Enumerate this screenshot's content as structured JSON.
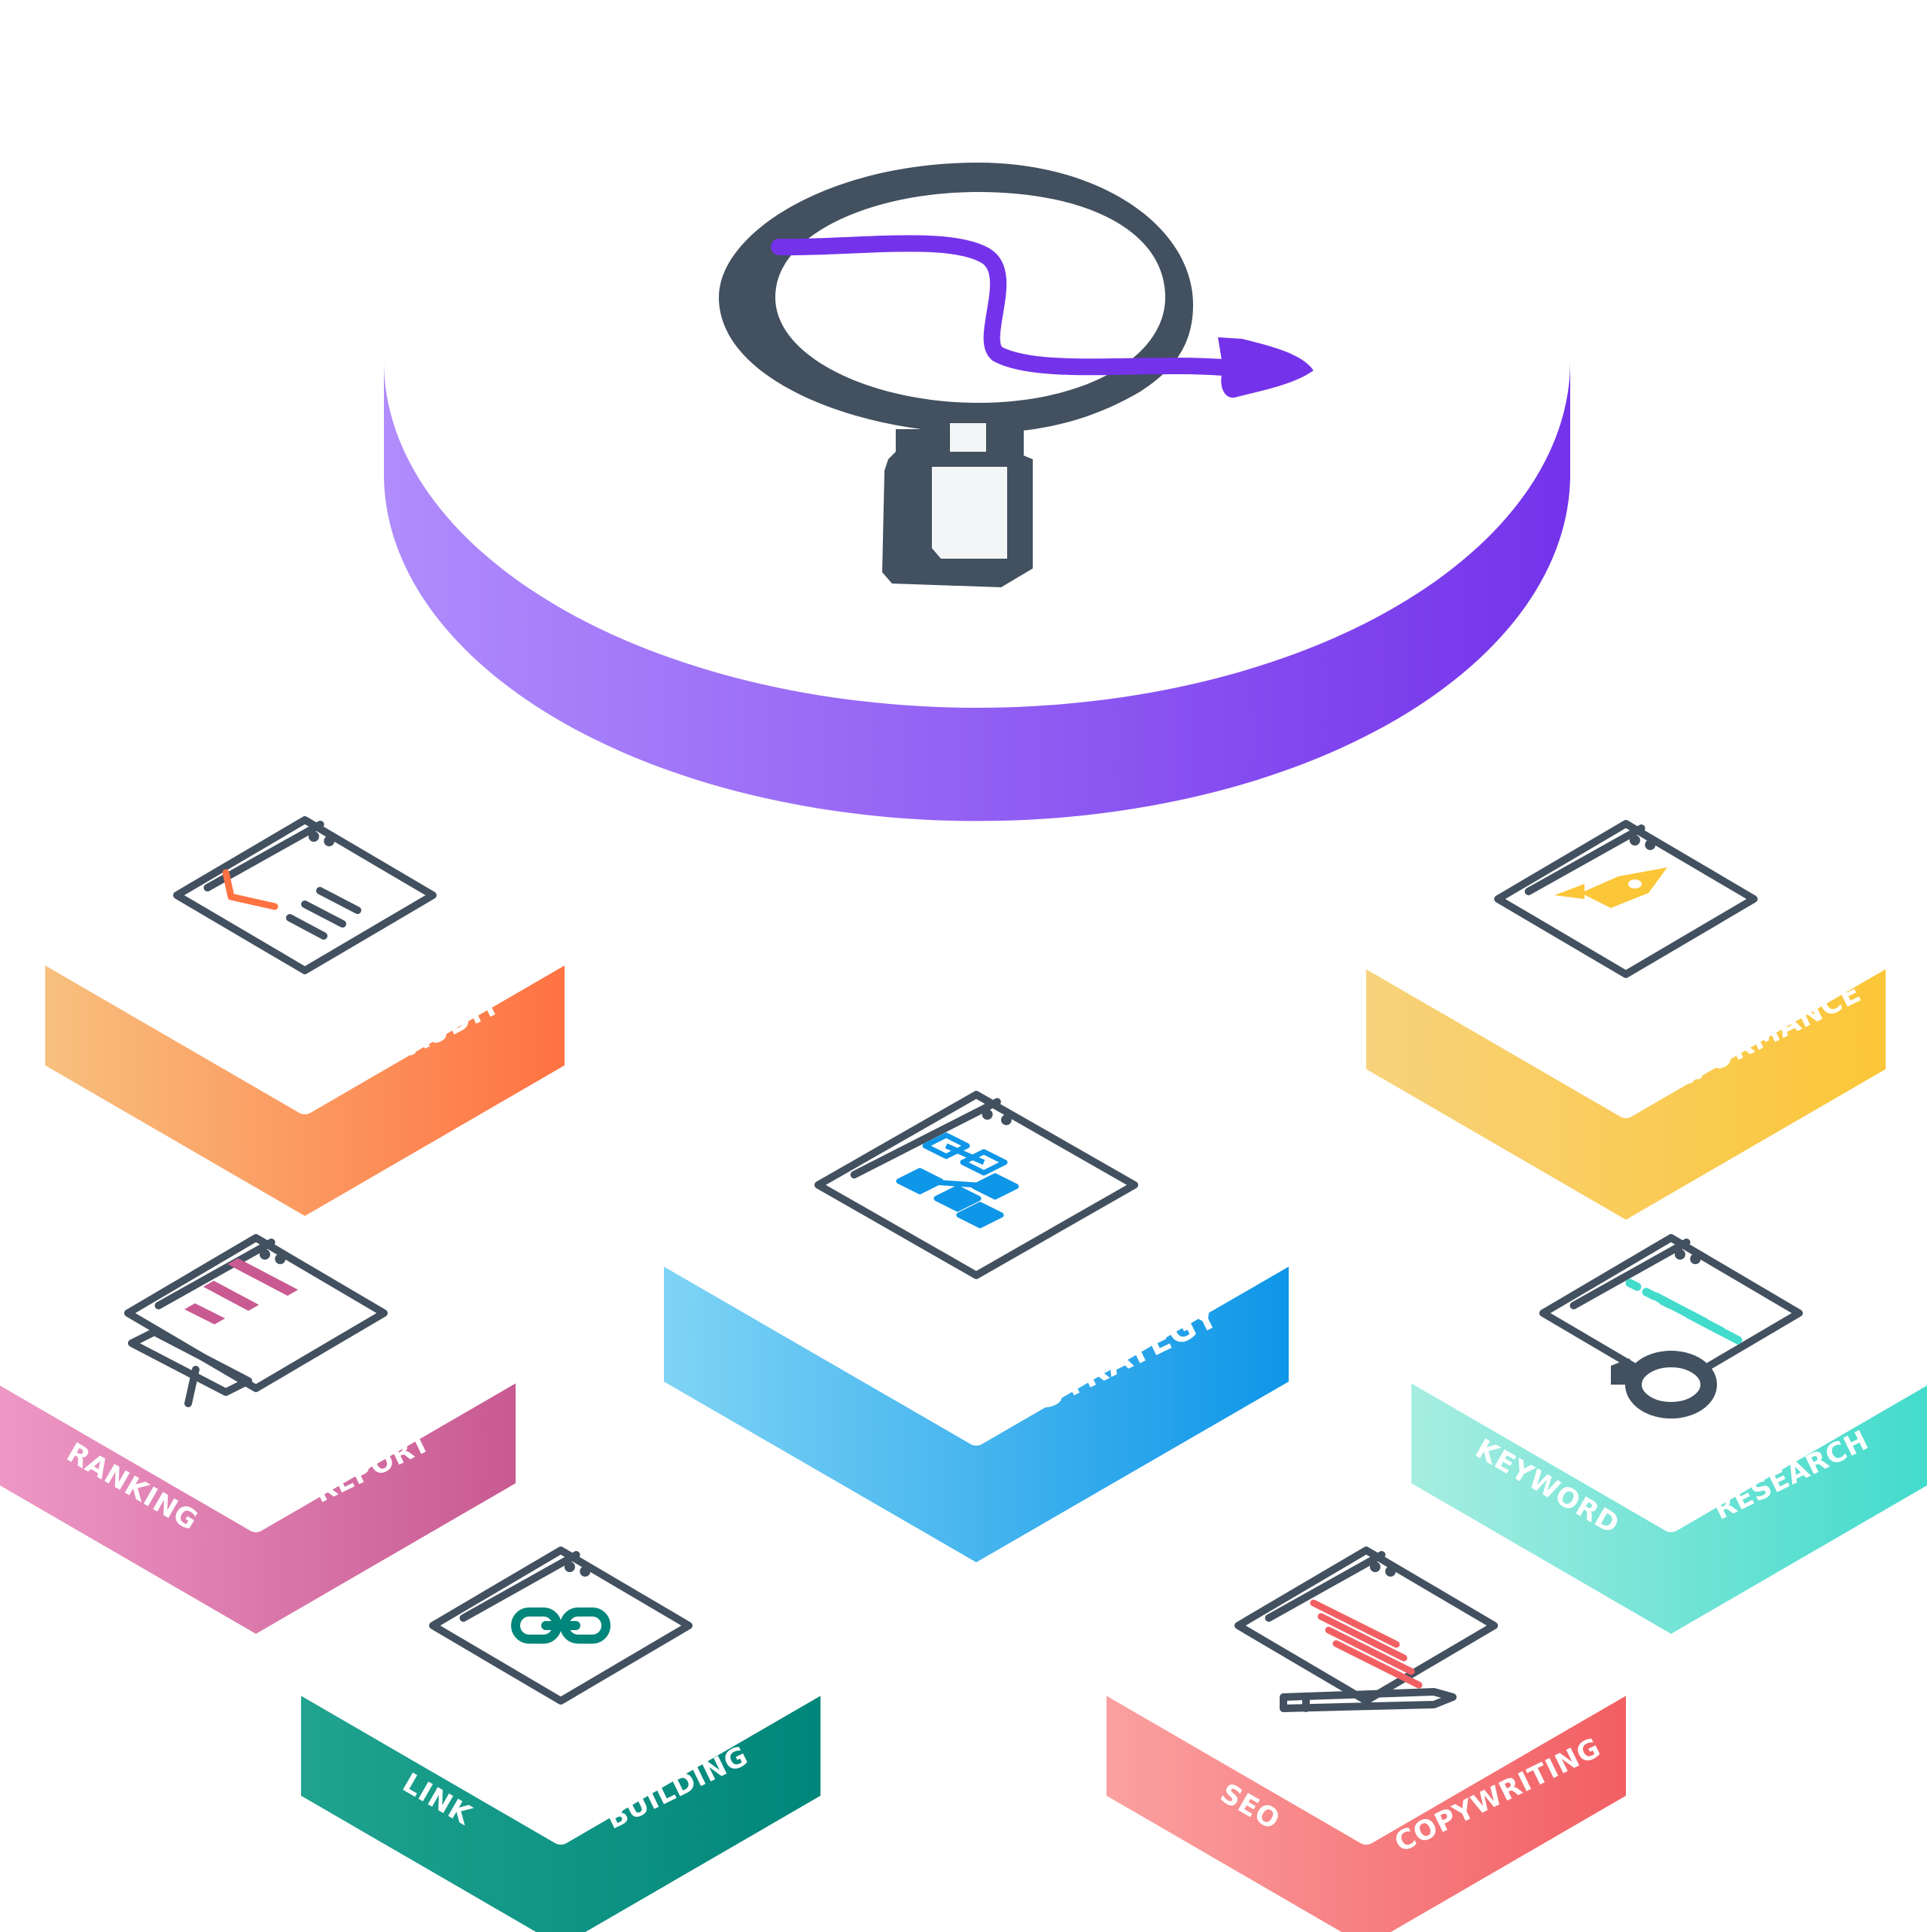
{
  "hub": {
    "name": "seo-hub-platform",
    "icon": "magnifier-arrow-icon",
    "gradient": [
      "#b08cfc",
      "#7433ea"
    ]
  },
  "connector_color": "#8b4ff0",
  "modules": [
    {
      "id": "seo-audit",
      "lines": [
        "SEO AUDIT"
      ],
      "icon": "audit-checklist-icon",
      "gradient": [
        "#f8c07e",
        "#ff7242"
      ]
    },
    {
      "id": "performance",
      "lines": [
        "PERFORMANCE"
      ],
      "icon": "rocket-icon",
      "gradient": [
        "#f8d27c",
        "#fbc637"
      ]
    },
    {
      "id": "strategy",
      "lines": [
        "STRATEGY"
      ],
      "icon": "flowchart-icon",
      "gradient": [
        "#7fd4f5",
        "#0e96e8"
      ]
    },
    {
      "id": "ranking-report",
      "lines": [
        "RANKING",
        "REPORT"
      ],
      "icon": "bar-chart-monitor-icon",
      "gradient": [
        "#ee98c6",
        "#c85a91"
      ]
    },
    {
      "id": "keyword-research",
      "lines": [
        "KEYWORD",
        "RESEARCH"
      ],
      "icon": "keyword-search-icon",
      "gradient": [
        "#a6ede1",
        "#42dbcc"
      ]
    },
    {
      "id": "link-building",
      "lines": [
        "LINK",
        "BUILDING"
      ],
      "icon": "chain-link-icon",
      "gradient": [
        "#20a38f",
        "#00867a"
      ]
    },
    {
      "id": "seo-copywriting",
      "lines": [
        "SEO",
        "COPYWRITING"
      ],
      "icon": "pen-document-icon",
      "gradient": [
        "#fba0a0",
        "#f25f63"
      ]
    }
  ]
}
